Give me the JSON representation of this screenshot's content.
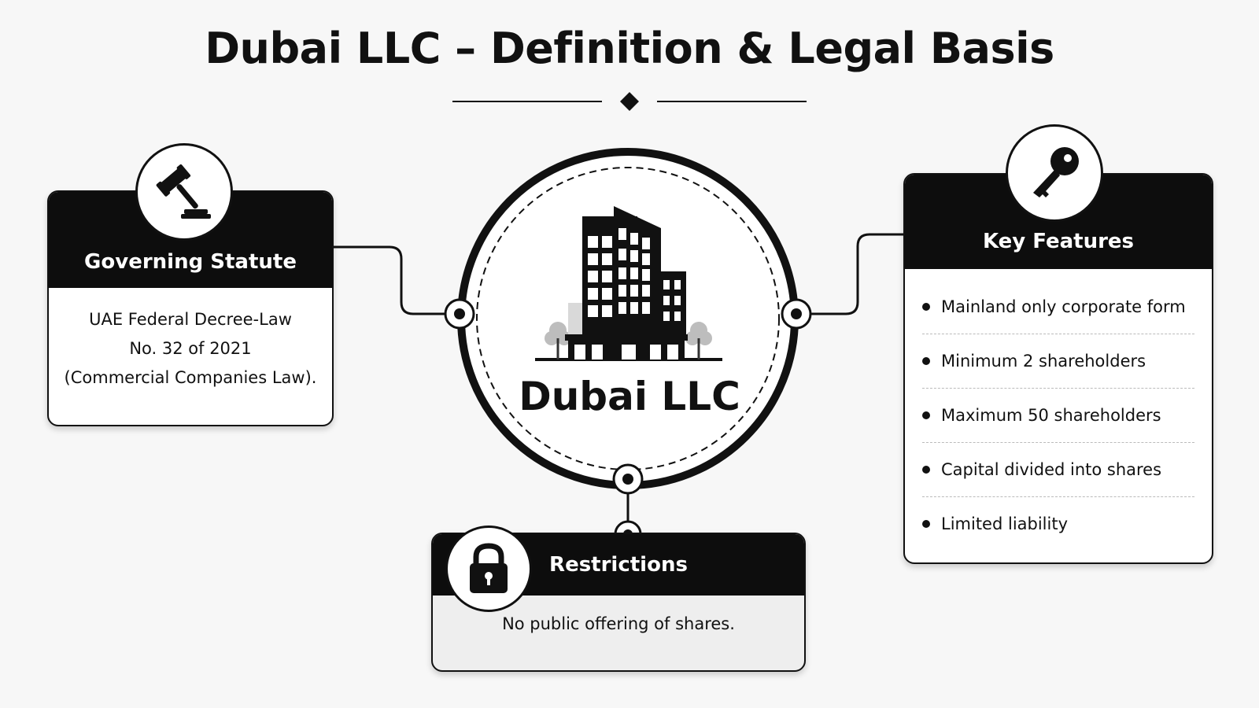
{
  "title": "Dubai LLC – Definition & Legal Basis",
  "center": {
    "label": "Dubai LLC",
    "icon": "office-building-icon"
  },
  "governing_statute": {
    "heading": "Governing Statute",
    "icon": "gavel-icon",
    "lines": [
      "UAE Federal Decree-Law",
      "No. 32 of 2021",
      "(Commercial Companies Law)."
    ]
  },
  "key_features": {
    "heading": "Key Features",
    "icon": "key-icon",
    "items": [
      "Mainland only corporate form",
      "Minimum 2 shareholders",
      "Maximum 50 shareholders",
      "Capital divided into shares",
      "Limited liability"
    ]
  },
  "restrictions": {
    "heading": "Restrictions",
    "icon": "padlock-icon",
    "text": "No public offering of shares."
  },
  "colors": {
    "header_fill": "#0d0d0d",
    "background": "#f7f7f7",
    "restrictions_fill": "#eeeeee"
  }
}
